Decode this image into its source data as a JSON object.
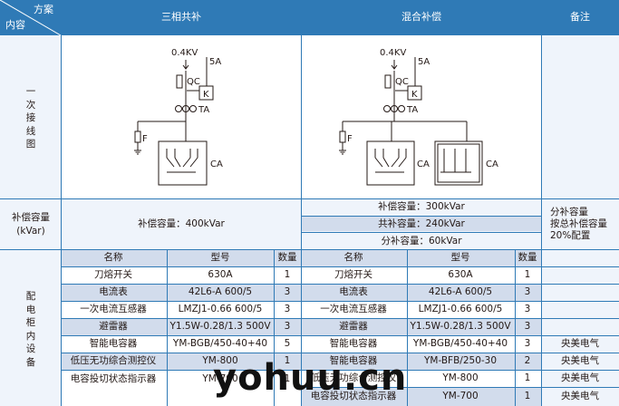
{
  "header": {
    "corner_top": "方案",
    "corner_bottom": "内容",
    "col_sanxiang": "三相共补",
    "col_hunhe": "混合补偿",
    "col_remark": "备注"
  },
  "rows": {
    "diagram_label": "一次接线图",
    "capacity_label": "补偿容量",
    "capacity_unit": "(kVar)",
    "cabinet_label": "配电柜内设备"
  },
  "diagram": {
    "voltage": "0.4KV",
    "current": "5A",
    "qc": "QC",
    "k": "K",
    "ta": "TA",
    "f": "F",
    "ca": "CA"
  },
  "capacity": {
    "sanxiang": "补偿容量：400kVar",
    "hunhe_total": "补偿容量：300kVar",
    "hunhe_common": "共补容量：240kVar",
    "hunhe_split": "分补容量：60kVar",
    "remark_line1": "分补容量",
    "remark_line2": "按总补偿容量",
    "remark_line3": "20%配置"
  },
  "equip_headers": {
    "name": "名称",
    "model": "型号",
    "qty": "数量"
  },
  "equip_left": [
    {
      "name": "刀熔开关",
      "model": "630A",
      "qty": "1"
    },
    {
      "name": "电流表",
      "model": "42L6-A 600/5",
      "qty": "3"
    },
    {
      "name": "一次电流互感器",
      "model": "LMZJ1-0.66 600/5",
      "qty": "3"
    },
    {
      "name": "避雷器",
      "model": "Y1.5W-0.28/1.3 500V",
      "qty": "3"
    },
    {
      "name": "智能电容器",
      "model": "YM-BGB/450-40+40",
      "qty": "5"
    },
    {
      "name": "低压无功综合测控仪",
      "model": "YM-800",
      "qty": "1"
    },
    {
      "name": "电容投切状态指示器",
      "model": "YM-700",
      "qty": "1"
    }
  ],
  "equip_right": [
    {
      "name": "刀熔开关",
      "model": "630A",
      "qty": "1",
      "remark": ""
    },
    {
      "name": "电流表",
      "model": "42L6-A 600/5",
      "qty": "3",
      "remark": ""
    },
    {
      "name": "一次电流互感器",
      "model": "LMZJ1-0.66 600/5",
      "qty": "3",
      "remark": ""
    },
    {
      "name": "避雷器",
      "model": "Y1.5W-0.28/1.3 500V",
      "qty": "3",
      "remark": ""
    },
    {
      "name": "智能电容器",
      "model": "YM-BGB/450-40+40",
      "qty": "3",
      "remark": "央美电气"
    },
    {
      "name": "智能电容器",
      "model": "YM-BFB/250-30",
      "qty": "2",
      "remark": "央美电气"
    },
    {
      "name": "低压无功综合测控仪",
      "model": "YM-800",
      "qty": "1",
      "remark": "央美电气"
    },
    {
      "name": "电容投切状态指示器",
      "model": "YM-700",
      "qty": "1",
      "remark": "央美电气"
    }
  ],
  "watermark": "yohuu.cn",
  "colors": {
    "header": "#2f7ab6",
    "band": "#d2dcec",
    "light": "#eff4fb"
  }
}
